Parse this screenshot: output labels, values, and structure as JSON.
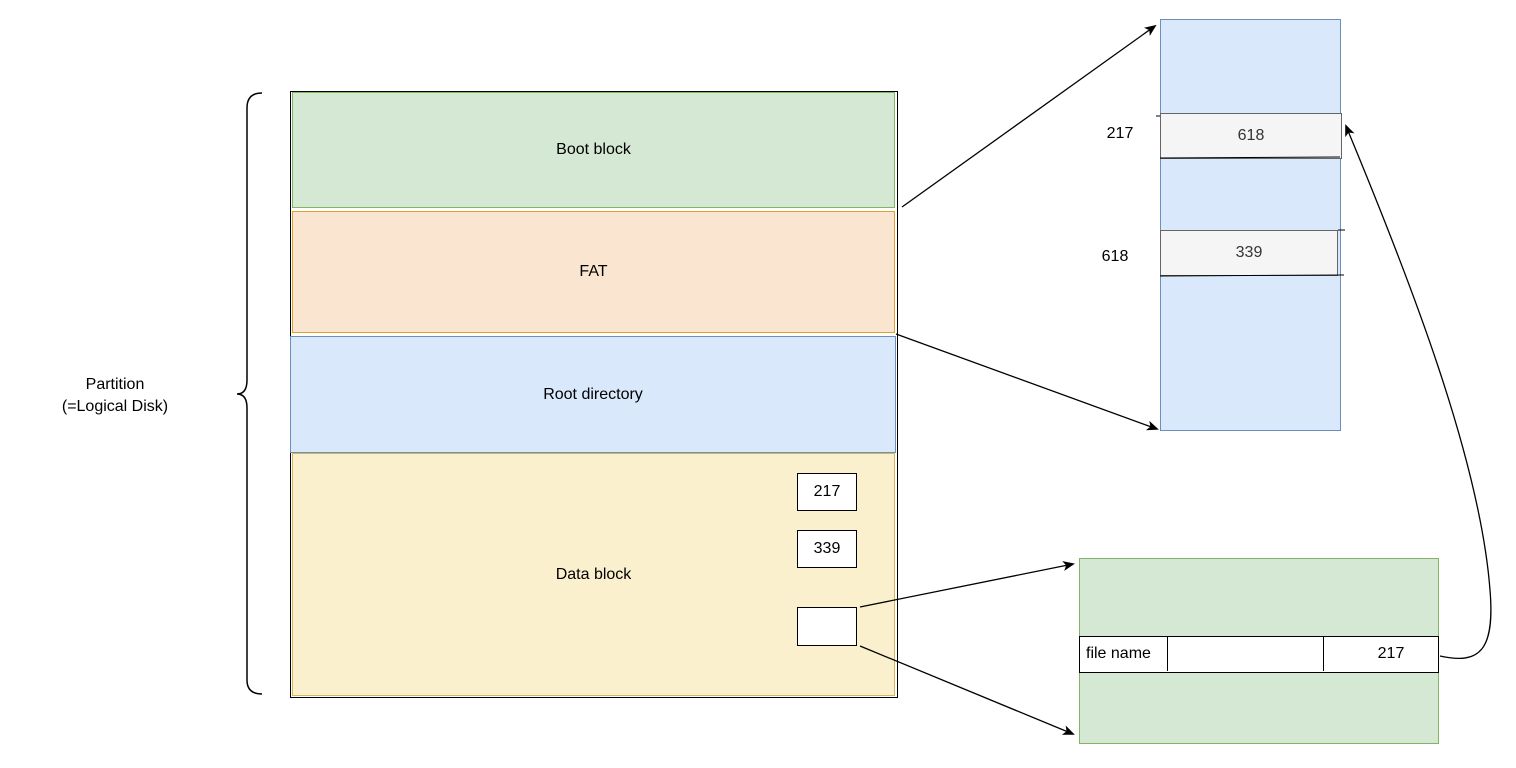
{
  "partition": {
    "label_line1": "Partition",
    "label_line2": "(=Logical Disk)"
  },
  "sections": {
    "boot": "Boot block",
    "fat": "FAT",
    "root": "Root directory",
    "data": "Data block"
  },
  "data_boxes": {
    "box1": "217",
    "box2": "339",
    "box3": ""
  },
  "fat_table": {
    "rows": [
      {
        "index": "217",
        "value": "618"
      },
      {
        "index": "618",
        "value": "339"
      }
    ]
  },
  "directory_entry": {
    "file_name_label": "file name",
    "middle": "",
    "start_cluster": "217"
  },
  "colors": {
    "boot_fill": "#d5e8d4",
    "boot_stroke": "#82b366",
    "fat_fill": "#fae6d0",
    "fat_stroke": "#e0a030",
    "root_fill": "#dae8fc",
    "root_stroke": "#6c8ebf",
    "data_fill": "#fbf0cd",
    "data_stroke": "#d6b656",
    "fat_table_fill": "#dae8fc",
    "dir_fill": "#d5e8d4"
  }
}
